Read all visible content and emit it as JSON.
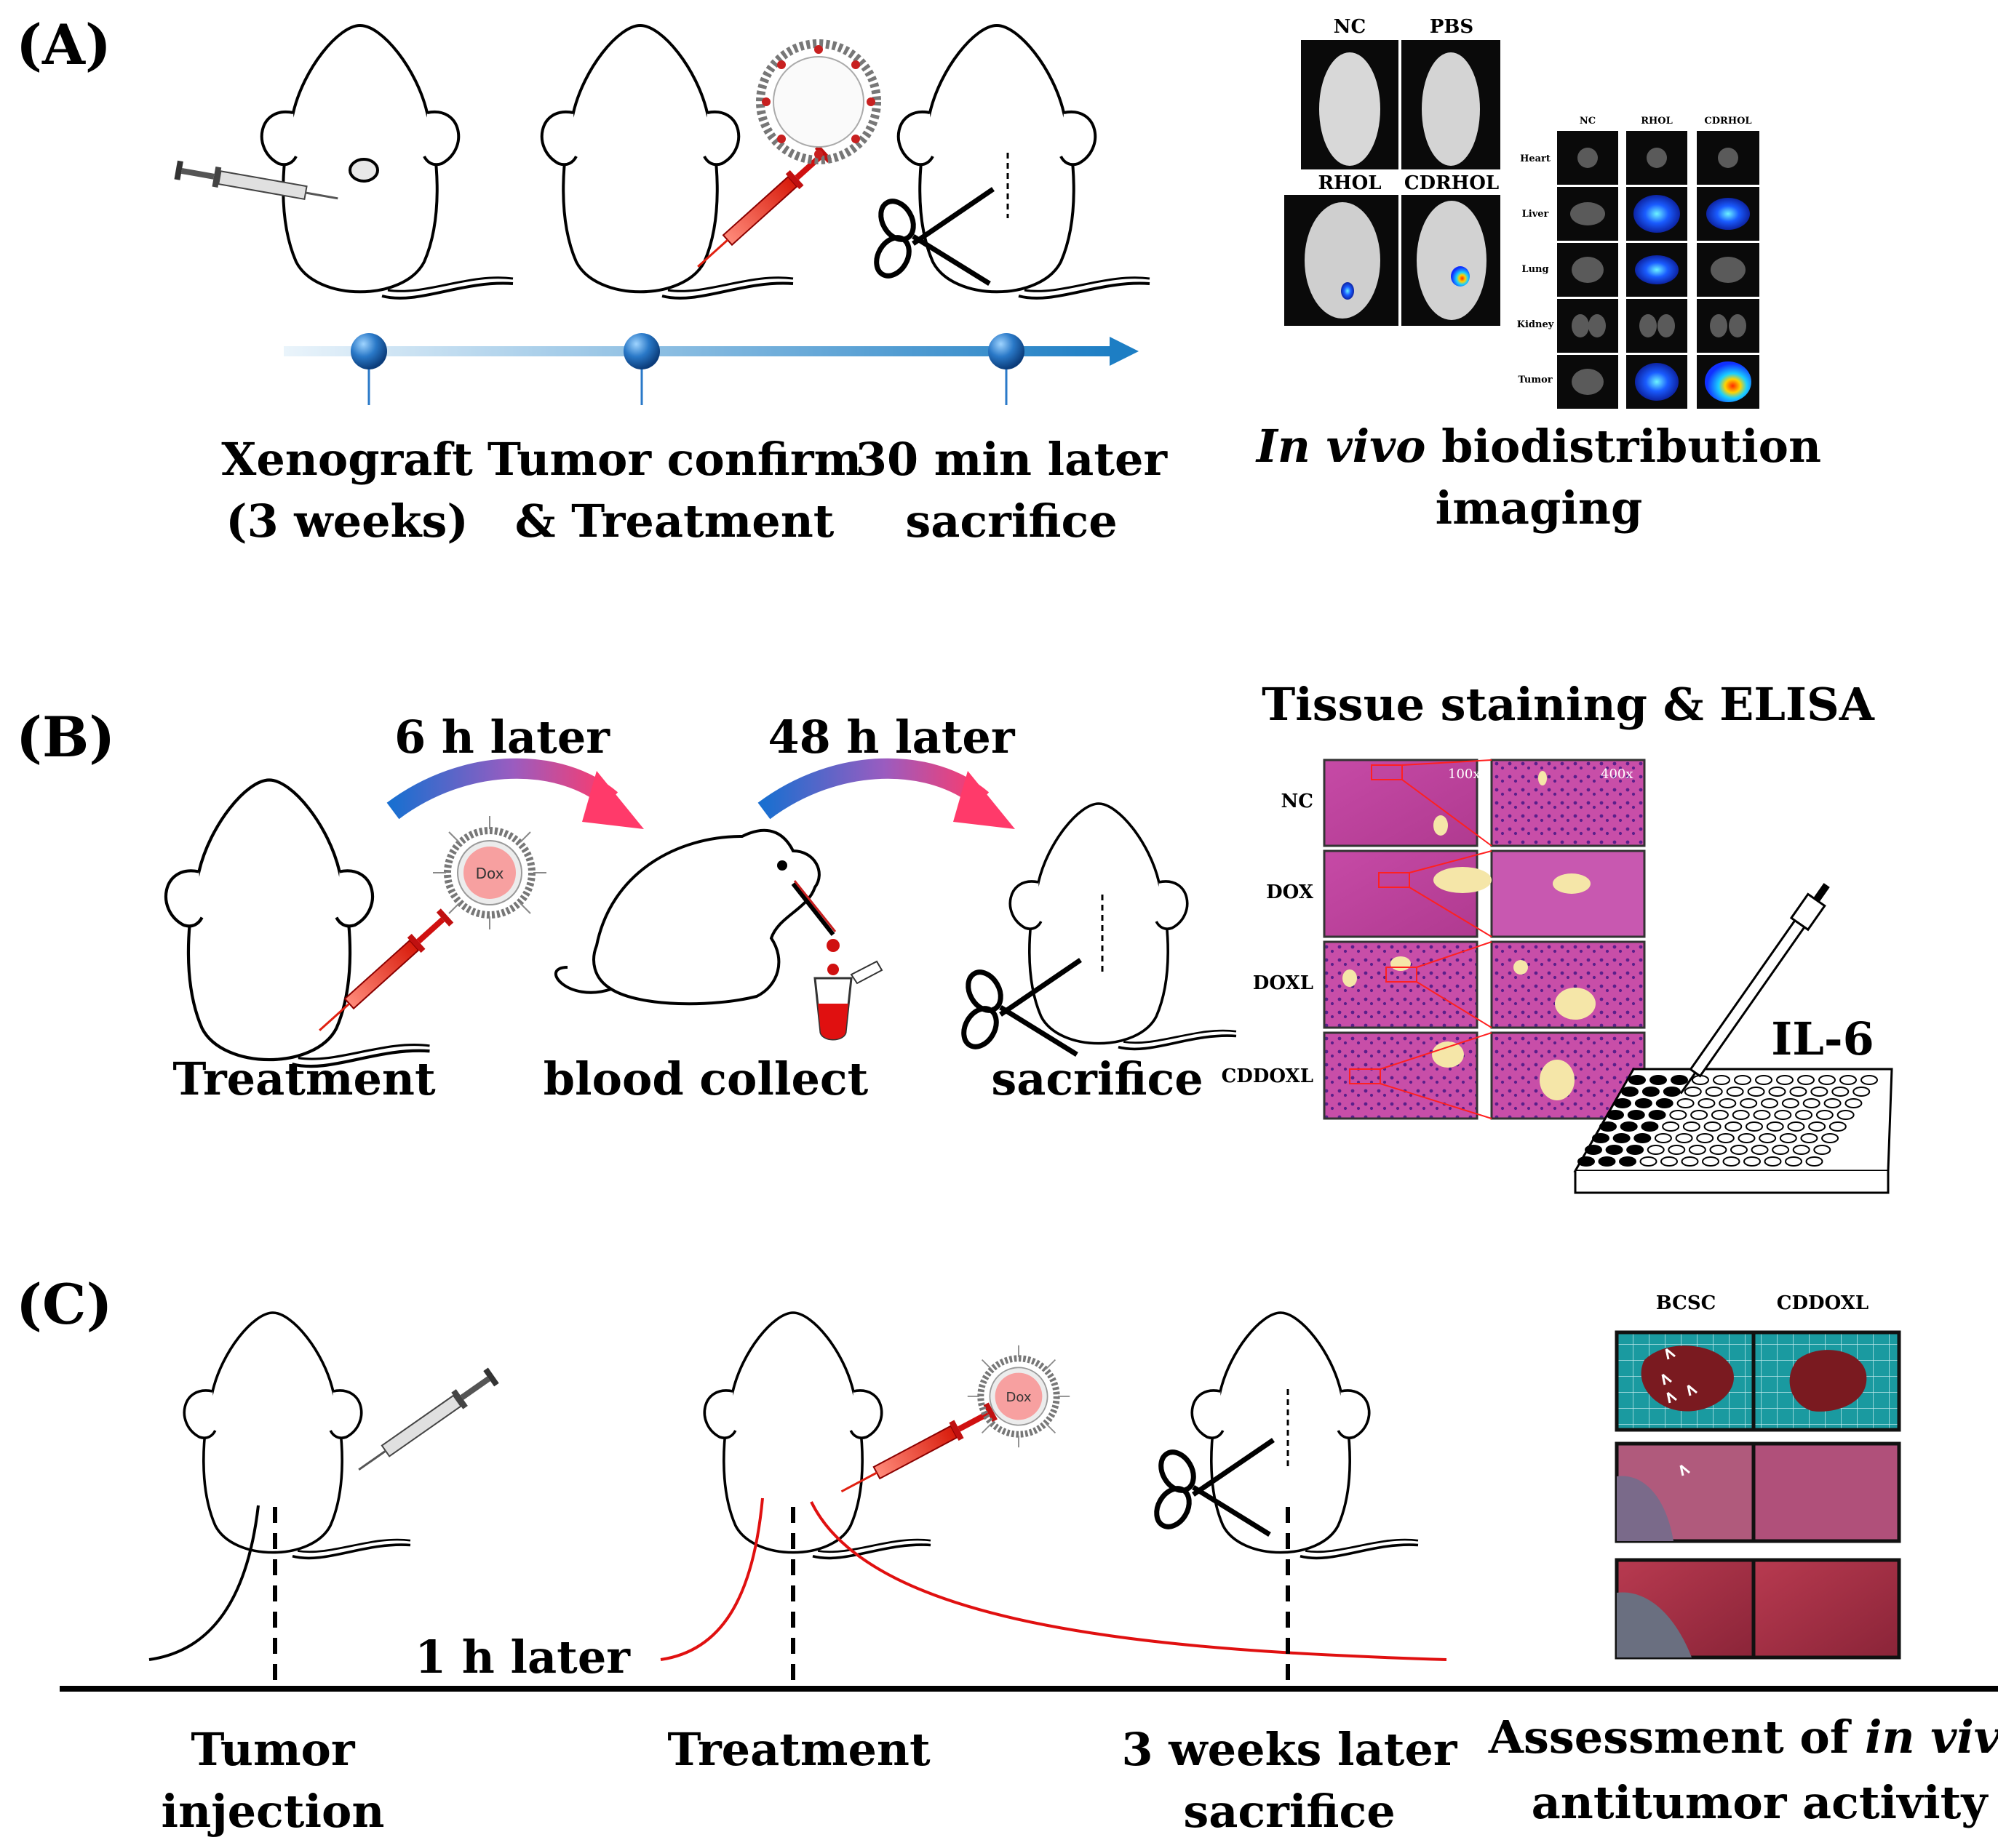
{
  "panelA": {
    "panel_label": "(A)",
    "timeline": [
      {
        "line1": "Xenograft",
        "line2": "(3 weeks)"
      },
      {
        "line1": "Tumor confirm",
        "line2": "& Treatment"
      },
      {
        "line1": "30 min later",
        "line2": "sacrifice"
      }
    ],
    "imaging_caption_italic": "In vivo",
    "imaging_caption_rest": " biodistribution",
    "imaging_caption_line2": "imaging",
    "mouse_labels": [
      "NC",
      "PBS",
      "RHOL",
      "CDRHOL"
    ],
    "organ_cols": [
      "NC",
      "RHOL",
      "CDRHOL"
    ],
    "organ_rows": [
      "Heart",
      "Liver",
      "Lung",
      "Kidney",
      "Tumor"
    ]
  },
  "panelB": {
    "panel_label": "(B)",
    "arrow1": "6 h later",
    "arrow2": "48 h later",
    "steps": [
      "Treatment",
      "blood collect",
      "sacrifice"
    ],
    "staining_title": "Tissue staining & ELISA",
    "stain_rows": [
      "NC",
      "DOX",
      "DOXL",
      "CDDOXL"
    ],
    "mag_low": "100x",
    "mag_high": "400x",
    "elisa_label": "IL-6",
    "nanoparticle_label": "Dox"
  },
  "panelC": {
    "panel_label": "(C)",
    "interval": "1 h later",
    "events": [
      {
        "line1": "Tumor",
        "line2": "injection"
      },
      {
        "line1": "Treatment",
        "line2": ""
      },
      {
        "line1": "3 weeks later",
        "line2": "sacrifice"
      }
    ],
    "assessment_line1_pre": "Assessment of ",
    "assessment_line1_italic": "in vivo",
    "assessment_line2": "antitumor activity",
    "assessment_cols": [
      "BCSC",
      "CDDOXL"
    ],
    "nanoparticle_label": "Dox"
  }
}
